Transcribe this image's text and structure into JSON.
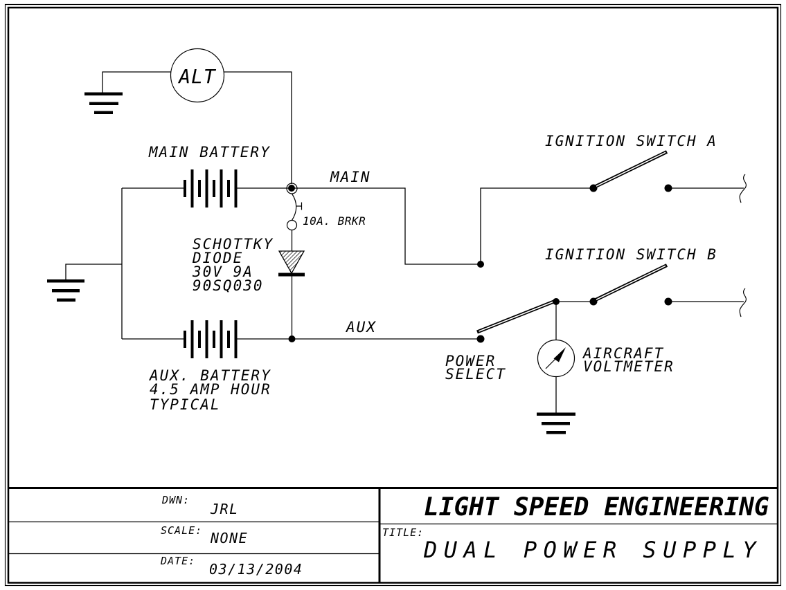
{
  "schematic": {
    "alternator_label": "ALT",
    "main_battery_label": "MAIN BATTERY",
    "main_bus_label": "MAIN",
    "breaker_label": "10A. BRKR",
    "diode_line1": "SCHOTTKY",
    "diode_line2": "DIODE",
    "diode_line3": "30V 9A",
    "diode_line4": "90SQ030",
    "aux_bus_label": "AUX",
    "aux_battery_line1": "AUX. BATTERY",
    "aux_battery_line2": "4.5 AMP HOUR",
    "aux_battery_line3": "TYPICAL",
    "ignition_switch_a_label": "IGNITION SWITCH A",
    "ignition_switch_b_label": "IGNITION SWITCH B",
    "power_select_line1": "POWER",
    "power_select_line2": "SELECT",
    "voltmeter_line1": "AIRCRAFT",
    "voltmeter_line2": "VOLTMETER"
  },
  "title_block": {
    "drawn_by_label": "DWN:",
    "drawn_by_value": "JRL",
    "scale_label": "SCALE:",
    "scale_value": "NONE",
    "date_label": "DATE:",
    "date_value": "03/13/2004",
    "company_name": "LIGHT SPEED ENGINEERING",
    "title_label": "TITLE:",
    "title_value": "DUAL POWER SUPPLY"
  },
  "colors": {
    "ink": "#000000",
    "paper": "#ffffff"
  }
}
